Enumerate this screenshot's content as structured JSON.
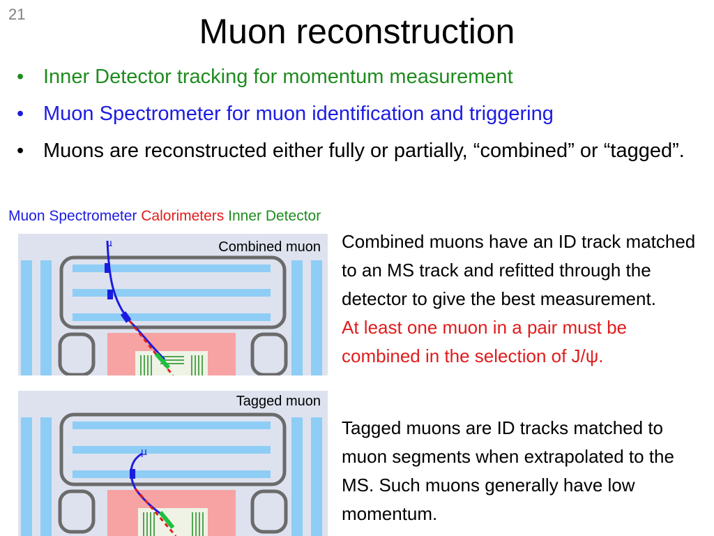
{
  "slide_number": "21",
  "title": "Muon reconstruction",
  "bullets": [
    {
      "text": "Inner Detector tracking for momentum measurement",
      "color": "#1f8b1f"
    },
    {
      "text": "Muon Spectrometer for muon identification and triggering",
      "color": "#1c1ce0"
    },
    {
      "text": "Muons are reconstructed either fully or partially, “combined” or “tagged”.",
      "color": "#000000"
    }
  ],
  "legend": {
    "muon_spectrometer": "Muon Spectrometer",
    "calorimeters": "Calorimeters",
    "inner_detector": "Inner Detector"
  },
  "panels": {
    "combined": {
      "label": "Combined muon",
      "particle_symbol": "μ"
    },
    "tagged": {
      "label": "Tagged muon",
      "particle_symbol": "μ"
    }
  },
  "combined_desc": {
    "text": "Combined muons have an ID track matched to an MS track and refitted through the detector to give the best measurement.",
    "requirement": "At least one muon in a pair must be combined in the selection of J/ψ."
  },
  "tagged_desc": {
    "text": "Tagged muons are ID tracks matched to muon segments when extrapolated to the MS.  Such muons generally have low momentum."
  },
  "colors": {
    "muon_spectrometer": "#8ecdf5",
    "calorimeter": "#f7a3a3",
    "inner_detector": "#1f8b1f",
    "track": "#1c1ce0",
    "panel_bg": "#dde2ee"
  }
}
